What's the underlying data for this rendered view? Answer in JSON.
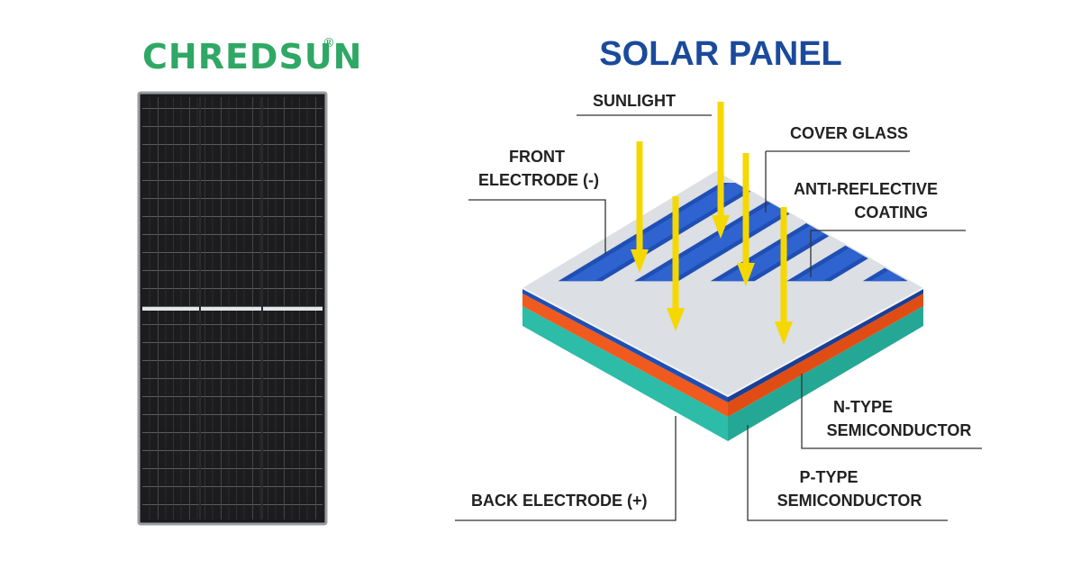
{
  "brand": {
    "name": "CHREDSUN",
    "registered_mark": "®",
    "color": "#2fa865"
  },
  "diagram": {
    "title": "SOLAR PANEL",
    "title_color": "#1a4a9c",
    "labels": {
      "sunlight": "SUNLIGHT",
      "cover_glass": "COVER GLASS",
      "front_electrode_line1": "FRONT",
      "front_electrode_line2": "ELECTRODE (-)",
      "anti_reflective_line1": "ANTI-REFLECTIVE",
      "anti_reflective_line2": "COATING",
      "n_type_line1": "N-TYPE",
      "n_type_line2": "SEMICONDUCTOR",
      "p_type_line1": "P-TYPE",
      "p_type_line2": "SEMICONDUCTOR",
      "back_electrode": "BACK ELECTRODE (+)"
    },
    "colors": {
      "sunlight_arrow": "#f5d800",
      "glass": "#dcdfe3",
      "blue_cell": "#1f4fb4",
      "n_type": "#f05a1e",
      "p_type": "#2cbca8",
      "panel_black": "#1c1c1e",
      "panel_frame": "#9a9da1"
    }
  }
}
